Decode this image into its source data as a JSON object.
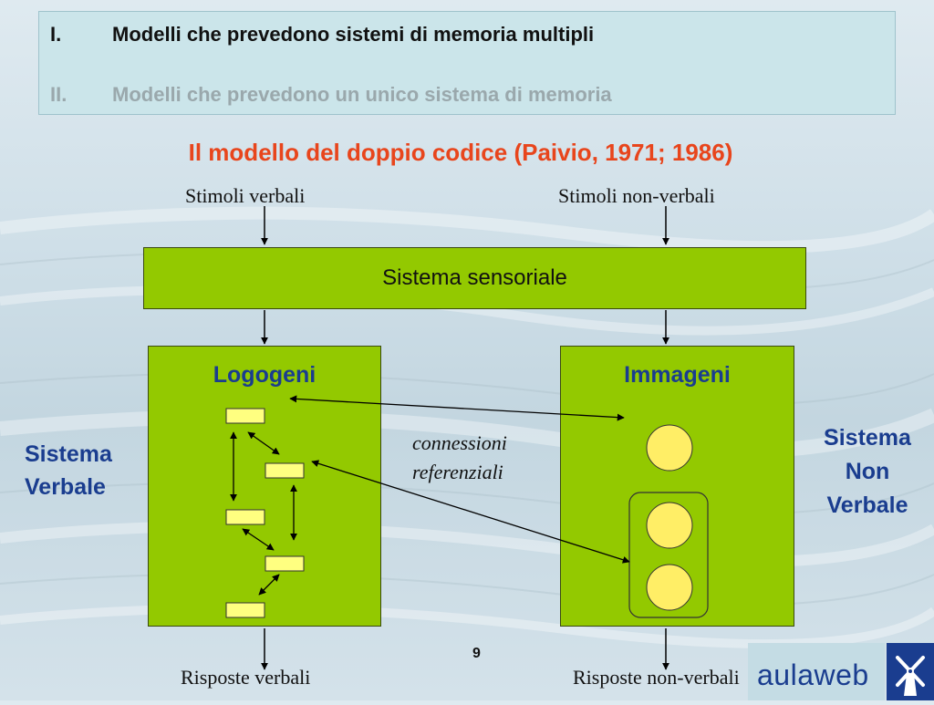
{
  "header": {
    "items": [
      {
        "num": "I.",
        "text": "Modelli che prevedono sistemi di memoria multipli"
      },
      {
        "num": "II.",
        "text": "Modelli che prevedono un unico sistema di memoria"
      }
    ]
  },
  "title": "Il modello del doppio codice (Paivio, 1971; 1986)",
  "inputs": {
    "verbal": "Stimoli verbali",
    "nonverbal": "Stimoli non-verbali"
  },
  "sensory": "Sistema sensoriale",
  "left_panel": {
    "title": "Logogeni"
  },
  "right_panel": {
    "title": "Immageni"
  },
  "side_labels": {
    "left": [
      "Sistema",
      "Verbale"
    ],
    "right": [
      "Sistema",
      "Non",
      "Verbale"
    ]
  },
  "connections": [
    "connessioni",
    "referenziali"
  ],
  "outputs": {
    "verbal": "Risposte verbali",
    "nonverbal": "Risposte non-verbali"
  },
  "page_number": "9",
  "logo": {
    "text": "aulaweb",
    "icon": "windmill-icon"
  },
  "colors": {
    "green": "#93c900",
    "blue": "#1a3d8f",
    "red": "#e8451c",
    "yellow": "#ffff80",
    "circle": "#ffee66"
  }
}
